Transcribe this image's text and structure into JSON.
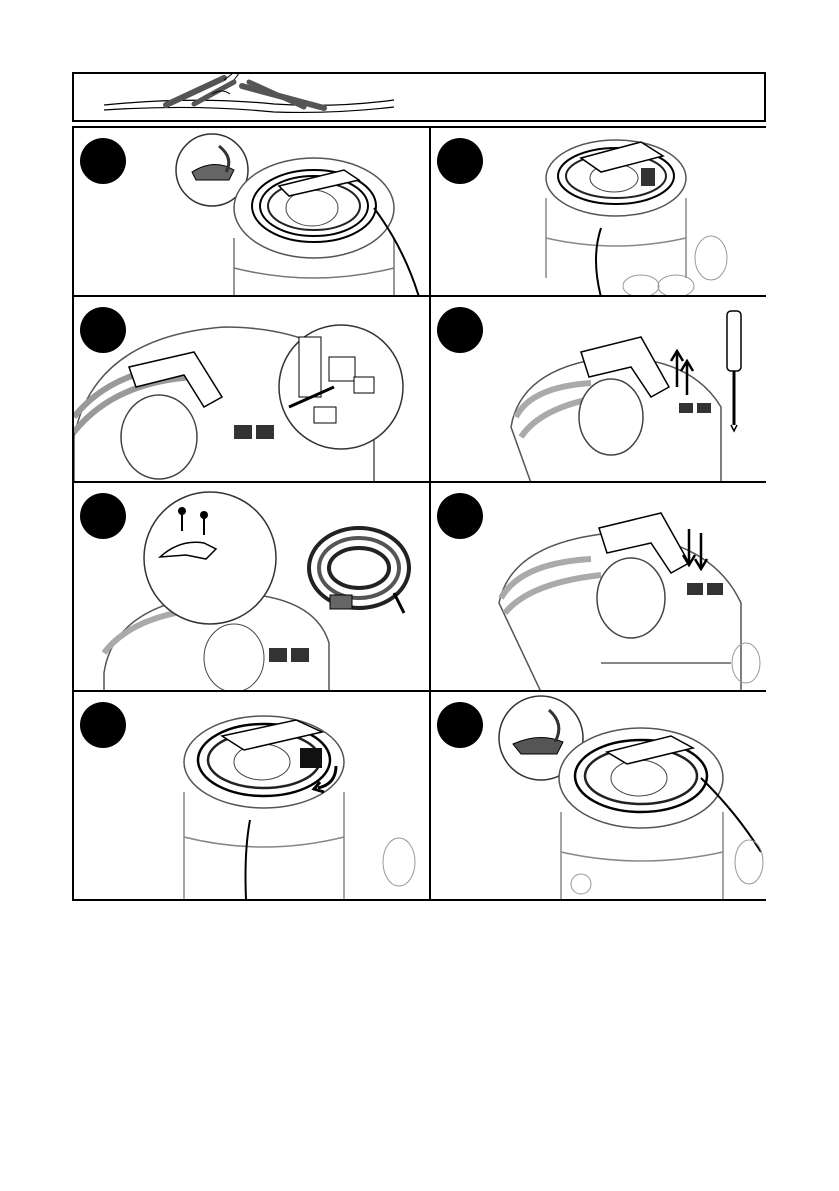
{
  "document": {
    "type": "instruction-illustration-sheet",
    "header_illustration": "cable-cutting-illustration",
    "steps": [
      {
        "icon": "cable-lock-release-icon",
        "illustration": "vacuum-top-with-cord-wound-and-hook-detail"
      },
      {
        "icon": "cable-unwinding-icon",
        "illustration": "vacuum-top-cord-removed"
      },
      {
        "icon": "cable-clamp-detail-icon",
        "illustration": "vacuum-lid-open-with-clamp-zoom"
      },
      {
        "icon": "screwdriver-icon",
        "illustration": "unscrew-clamp-with-arrows-up"
      },
      {
        "icon": "new-cable-icon",
        "illustration": "clamp-screws-and-coiled-replacement-cable"
      },
      {
        "icon": "screw-in-icon",
        "illustration": "fit-clamp-with-arrows-down"
      },
      {
        "icon": "rotate-arrow-icon",
        "illustration": "wind-cord-and-rotate-lock"
      },
      {
        "icon": "cable-lock-engaged-icon",
        "illustration": "vacuum-top-cord-stored-with-hook-detail"
      }
    ],
    "colors": {
      "line": "#000000",
      "shade": "#555555",
      "light": "#bdbdbd",
      "bg": "#ffffff"
    }
  }
}
